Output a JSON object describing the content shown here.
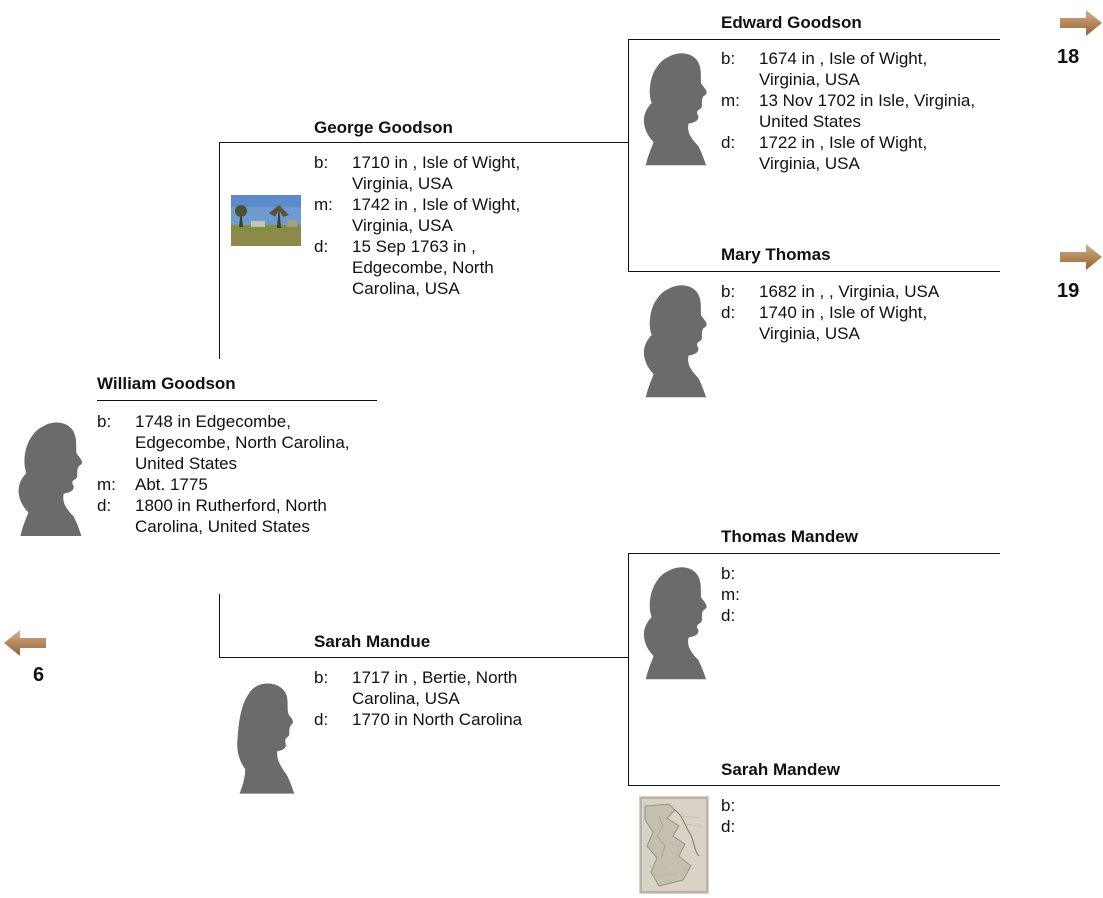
{
  "colors": {
    "silhouette": "#6b6b6b",
    "line": "#111111",
    "arrow": "#a8774a"
  },
  "root": {
    "name": "William Goodson",
    "facts": [
      {
        "label": "b:",
        "value": "1748 in Edgecombe, Edgecombe, North Carolina, United States"
      },
      {
        "label": "m:",
        "value": "Abt. 1775"
      },
      {
        "label": "d:",
        "value": "1800 in Rutherford, North Carolina, United States"
      }
    ],
    "image": "silhouette-male"
  },
  "father": {
    "name": "George Goodson",
    "facts": [
      {
        "label": "b:",
        "value": "1710 in , Isle of Wight, Virginia, USA"
      },
      {
        "label": "m:",
        "value": "1742 in , Isle of Wight, Virginia, USA"
      },
      {
        "label": "d:",
        "value": "15 Sep 1763 in , Edgecombe, North Carolina, USA"
      }
    ],
    "image": "landscape-photo"
  },
  "mother": {
    "name": "Sarah Mandue",
    "facts": [
      {
        "label": "b:",
        "value": "1717 in , Bertie, North Carolina, USA"
      },
      {
        "label": "d:",
        "value": "1770 in North Carolina"
      }
    ],
    "image": "silhouette-female"
  },
  "paternal_grandfather": {
    "name": "Edward Goodson",
    "facts": [
      {
        "label": "b:",
        "value": "1674 in , Isle of Wight, Virginia, USA"
      },
      {
        "label": "m:",
        "value": "13 Nov 1702 in Isle, Virginia, United States"
      },
      {
        "label": "d:",
        "value": "1722 in , Isle of Wight, Virginia, USA"
      }
    ],
    "image": "silhouette-male",
    "next_generation": "18"
  },
  "paternal_grandmother": {
    "name": "Mary Thomas",
    "facts": [
      {
        "label": "b:",
        "value": "1682 in , , Virginia, USA"
      },
      {
        "label": "d:",
        "value": "1740 in , Isle of Wight, Virginia, USA"
      }
    ],
    "image": "silhouette-male",
    "next_generation": "19"
  },
  "maternal_grandfather": {
    "name": "Thomas Mandew",
    "facts": [
      {
        "label": "b:",
        "value": ""
      },
      {
        "label": "m:",
        "value": ""
      },
      {
        "label": "d:",
        "value": ""
      }
    ],
    "image": "silhouette-male"
  },
  "maternal_grandmother": {
    "name": "Sarah Mandew",
    "facts": [
      {
        "label": "b:",
        "value": ""
      },
      {
        "label": "d:",
        "value": ""
      }
    ],
    "image": "old-map"
  },
  "previous_generation": "6"
}
